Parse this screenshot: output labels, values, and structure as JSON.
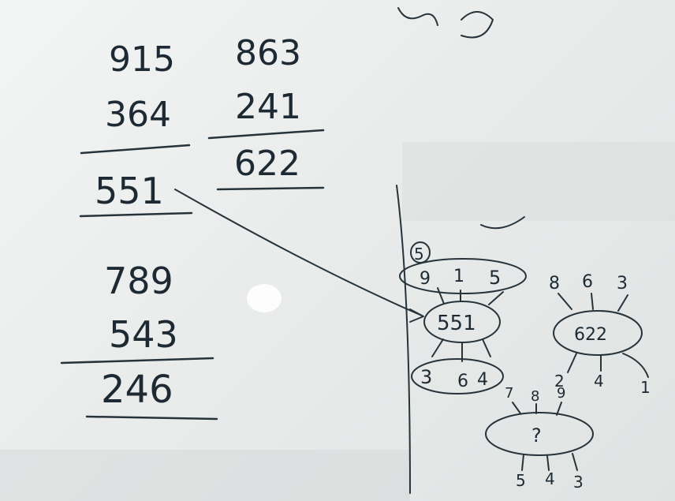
{
  "left_problems": {
    "p1": {
      "top": "915",
      "bottom": "364",
      "result": "551"
    },
    "p2": {
      "top": "863",
      "bottom": "241",
      "result": "622"
    },
    "p3": {
      "top": "789",
      "bottom": "543",
      "result": "246"
    }
  },
  "diagram": {
    "circled_label": "5",
    "group1": {
      "top_digits": [
        "9",
        "1",
        "5"
      ],
      "center": "551",
      "bottom_digits": [
        "3",
        "6",
        "4"
      ]
    },
    "group2": {
      "top_digits": [
        "8",
        "6",
        "3"
      ],
      "center": "622",
      "bottom_digits": [
        "2",
        "4",
        "1"
      ]
    },
    "group3": {
      "top_digits": [
        "7",
        "8",
        "9"
      ],
      "center": "?",
      "bottom_digits": [
        "5",
        "4",
        "3"
      ]
    }
  }
}
